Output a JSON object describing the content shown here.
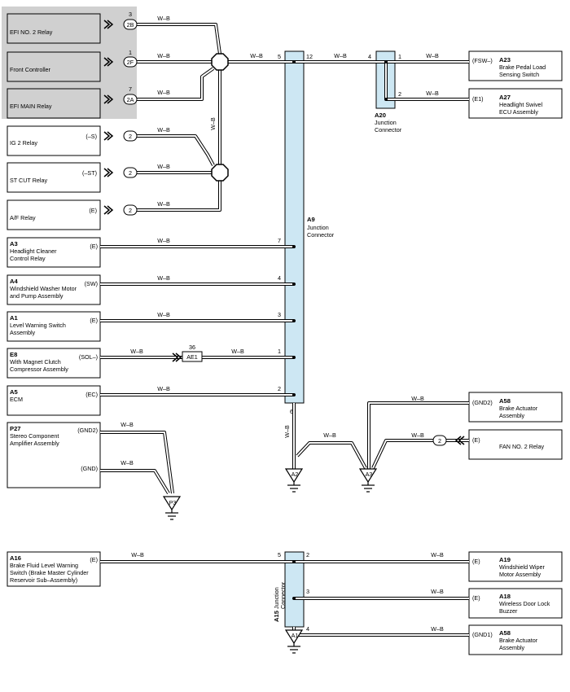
{
  "wire_color": "W–B",
  "colors": {
    "relay_shade": "#d0d0d0",
    "connector_fill": "#cde7f3",
    "wire": "#000000"
  },
  "relays": [
    {
      "name": "EFI NO. 2 Relay",
      "pin": "3",
      "plug": "2B"
    },
    {
      "name": "Front Controller",
      "pin": "1",
      "plug": "2F"
    },
    {
      "name": "EFI MAIN Relay",
      "pin": "7",
      "plug": "2A"
    },
    {
      "name": "IG 2 Relay",
      "signal": "(–S)",
      "plug": "2"
    },
    {
      "name": "ST CUT Relay",
      "signal": "(–ST)",
      "plug": "2"
    },
    {
      "name": "A/F Relay",
      "signal": "(E)",
      "plug": "2"
    }
  ],
  "left_components": [
    {
      "id": "A3",
      "lines": [
        "Headlight Cleaner",
        "Control Relay"
      ],
      "signal": "(E)",
      "pin": "7"
    },
    {
      "id": "A4",
      "lines": [
        "Windshield Washer Motor",
        "and Pump Assembly"
      ],
      "signal": "(SW)",
      "pin": "4"
    },
    {
      "id": "A1",
      "lines": [
        "Level Warning Switch",
        "Assembly"
      ],
      "signal": "(E)",
      "pin": "3"
    },
    {
      "id": "E8",
      "lines": [
        "With Magnet Clutch",
        "Compressor Assembly"
      ],
      "signal": "(SOL–)",
      "pin": "1"
    },
    {
      "id": "A5",
      "lines": [
        "ECM"
      ],
      "signal": "(EC)",
      "pin": "2"
    }
  ],
  "ae1": {
    "label": "AE1",
    "pin": "36"
  },
  "a9": {
    "id": "A9",
    "lines": [
      "Junction",
      "Connector"
    ],
    "pin_in": "5",
    "pin_out": "12",
    "pin_bottom": "6"
  },
  "a20": {
    "id": "A20",
    "lines": [
      "Junction",
      "Connector"
    ],
    "pin_4": "4",
    "pin_1": "1",
    "pin_2": "2"
  },
  "right_top": [
    {
      "id": "A23",
      "lines": [
        "Brake Pedal Load",
        "Sensing Switch"
      ],
      "signal": "(FSW–)"
    },
    {
      "id": "A27",
      "lines": [
        "Headlight Swivel",
        "ECU Assembly"
      ],
      "signal": "(E1)"
    }
  ],
  "a58_upper": {
    "id": "A58",
    "lines": [
      "Brake Actuator",
      "Assembly"
    ],
    "signal": "(GND2)"
  },
  "fan_relay": {
    "name": "FAN NO. 2 Relay",
    "signal": "(E)",
    "plug": "2"
  },
  "p27": {
    "id": "P27",
    "lines": [
      "Stereo Component",
      "Amplifier Assembly"
    ],
    "signal_1": "(GND2)",
    "signal_2": "(GND)"
  },
  "grounds": {
    "a2": "A2",
    "a3": "A3",
    "p3": "P3",
    "a1": "A1"
  },
  "bottom": {
    "a16": {
      "id": "A16",
      "lines": [
        "Brake Fluid Level Warning",
        "Switch (Brake Master Cylinder",
        "Reservoir Sub–Assembly)"
      ],
      "signal": "(E)",
      "pin": "5"
    },
    "a15": {
      "id": "A15",
      "lines": [
        "Junction",
        "Connector"
      ]
    },
    "right": [
      {
        "id": "A19",
        "lines": [
          "Windshield Wiper",
          "Motor Assembly"
        ],
        "signal": "(E)",
        "pin": "2"
      },
      {
        "id": "A18",
        "lines": [
          "Wireless Door Lock",
          "Buzzer"
        ],
        "signal": "(E)",
        "pin": "3"
      },
      {
        "id": "A58",
        "lines": [
          "Brake Actuator",
          "Assembly"
        ],
        "signal": "(GND1)",
        "pin": "4"
      }
    ]
  }
}
